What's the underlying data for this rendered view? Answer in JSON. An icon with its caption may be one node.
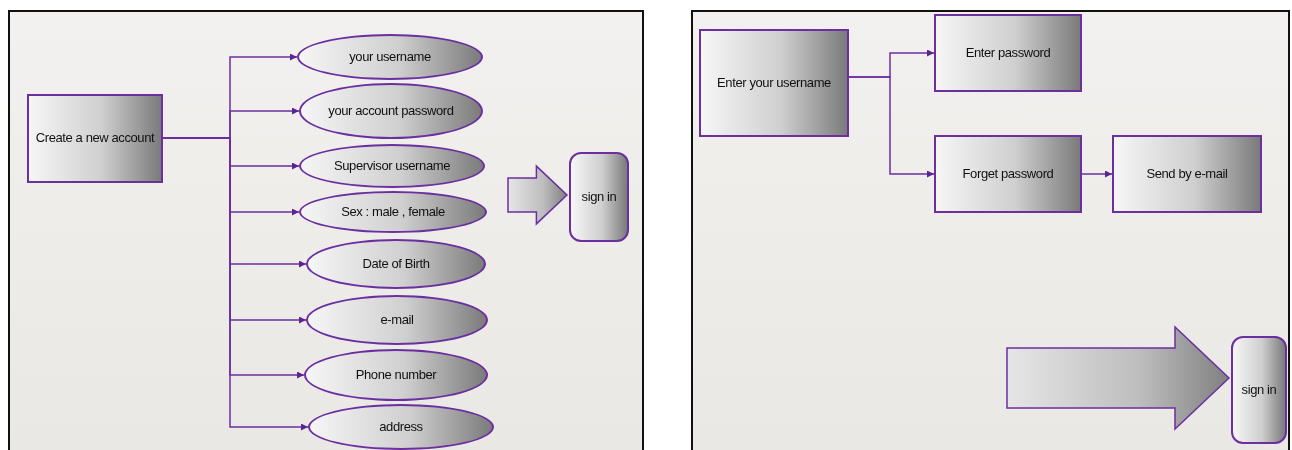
{
  "diagram": {
    "nodes": [
      {
        "text": [],
        "shape": "box"
      },
      {
        "text": [
          "Create a new account"
        ],
        "in": 0
      },
      {
        "text": [
          "your username"
        ],
        "in": 0
      },
      {
        "text": [
          "your account password"
        ],
        "in": 0
      },
      {
        "text": [
          "Supervisor username"
        ],
        "in": 0
      },
      {
        "text": [
          "Sex : male , female"
        ],
        "in": 0
      },
      {
        "text": [
          "Date of Birth"
        ],
        "in": 0
      },
      {
        "text": [
          "e-mail"
        ],
        "in": 0
      },
      {
        "text": [
          "Phone number"
        ],
        "in": 0
      },
      {
        "text": [
          "address"
        ],
        "in": 0
      },
      {
        "text": [
          "sign in"
        ],
        "in": 0
      },
      {
        "text": [],
        "shape": "box"
      },
      {
        "text": [
          "Enter your username"
        ],
        "in": 11
      },
      {
        "text": [
          "Enter password"
        ],
        "in": 11
      },
      {
        "text": [
          "Forget password"
        ],
        "in": 11
      },
      {
        "text": [
          "Send by e-mail"
        ],
        "in": 11
      },
      {
        "text": [
          "sign in"
        ],
        "in": 11
      }
    ],
    "edges": [
      {
        "from": 1,
        "to": 2,
        "arrow": "to"
      },
      {
        "from": 1,
        "to": 3,
        "arrow": "to"
      },
      {
        "from": 1,
        "to": 4,
        "arrow": "to"
      },
      {
        "from": 1,
        "to": 5,
        "arrow": "to"
      },
      {
        "from": 1,
        "to": 6,
        "arrow": "to"
      },
      {
        "from": 1,
        "to": 7,
        "arrow": "to"
      },
      {
        "from": 1,
        "to": 8,
        "arrow": "to"
      },
      {
        "from": 1,
        "to": 9,
        "arrow": "to"
      },
      {
        "from": null,
        "to": 10,
        "arrow": "to",
        "style": "thick",
        "color": "#808080"
      },
      {
        "from": 12,
        "to": 13,
        "arrow": "to"
      },
      {
        "from": 12,
        "to": 14,
        "arrow": "to"
      },
      {
        "from": 14,
        "to": 15,
        "arrow": "to"
      },
      {
        "from": null,
        "to": 16,
        "arrow": "to",
        "style": "thick",
        "color": "#808080"
      }
    ]
  }
}
